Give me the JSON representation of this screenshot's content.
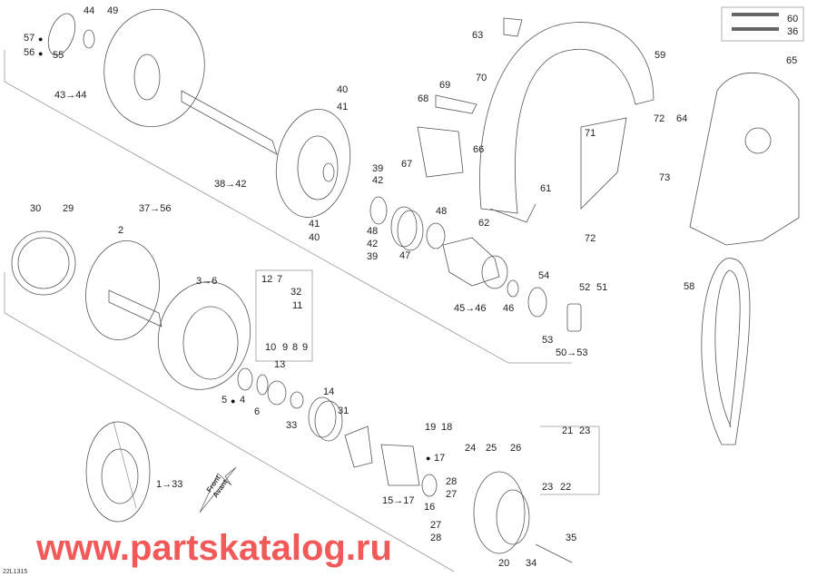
{
  "diagram_code": "22L1315",
  "watermark": "www.partskatalog.ru",
  "front_arrow": {
    "line1": "Front",
    "line2": "Avant"
  },
  "icons": {
    "oil_drop": "oil-drop-icon"
  },
  "callouts": [
    "44",
    "49",
    "57",
    "56",
    "55",
    "43→44",
    "40",
    "41",
    "39",
    "42",
    "38→42",
    "37→56",
    "30",
    "29",
    "2",
    "41",
    "40",
    "48",
    "42",
    "39",
    "48",
    "47",
    "3→6",
    "12",
    "7",
    "32",
    "11",
    "10",
    "9",
    "8",
    "9",
    "13",
    "14",
    "5",
    "4",
    "6",
    "33",
    "31",
    "19",
    "18",
    "17",
    "24",
    "25",
    "26",
    "28",
    "27",
    "15→17",
    "16",
    "1→33",
    "21",
    "23",
    "23",
    "22",
    "27",
    "28",
    "20",
    "34",
    "35",
    "63",
    "60",
    "36",
    "59",
    "65",
    "70",
    "69",
    "68",
    "66",
    "67",
    "64",
    "72",
    "71",
    "73",
    "61",
    "62",
    "72",
    "58",
    "54",
    "52",
    "51",
    "46",
    "45→46",
    "53",
    "50→53"
  ]
}
